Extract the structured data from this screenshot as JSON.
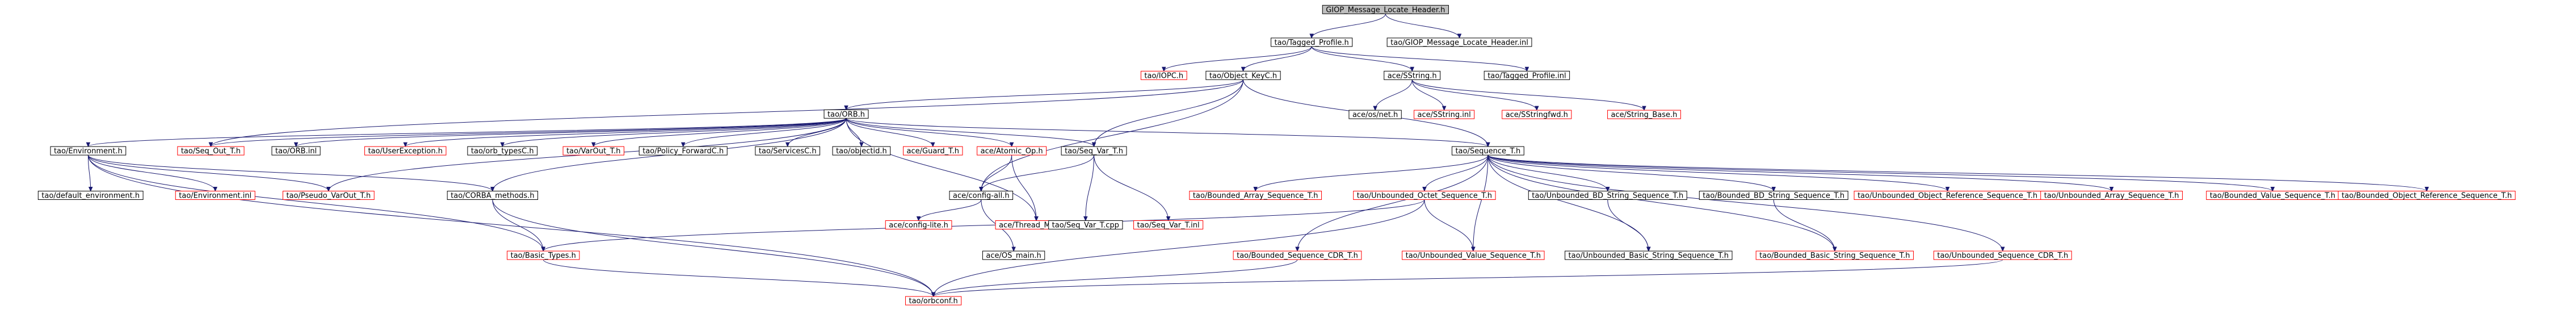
{
  "graph": {
    "colors": {
      "root_fill": "#bfbfbf",
      "node_fill": "#ffffff",
      "node_border": "#000000",
      "missing_border": "#ff0000",
      "edge": "#191970"
    },
    "nodes": [
      {
        "id": "root",
        "label": "GIOP_Message_Locate_Header.h",
        "kind": "root"
      },
      {
        "id": "tagged_profile_h",
        "label": "tao/Tagged_Profile.h",
        "kind": "normal"
      },
      {
        "id": "giop_locate_inl",
        "label": "tao/GIOP_Message_Locate_Header.inl",
        "kind": "normal"
      },
      {
        "id": "iopc",
        "label": "tao/IOPC.h",
        "kind": "missing"
      },
      {
        "id": "object_keyc",
        "label": "tao/Object_KeyC.h",
        "kind": "normal"
      },
      {
        "id": "sstring",
        "label": "ace/SString.h",
        "kind": "normal"
      },
      {
        "id": "tagged_profile_inl",
        "label": "tao/Tagged_Profile.inl",
        "kind": "normal"
      },
      {
        "id": "orb_h",
        "label": "tao/ORB.h",
        "kind": "normal"
      },
      {
        "id": "osinet",
        "label": "ace/os/net.h",
        "kind": "normal"
      },
      {
        "id": "sstring_inl",
        "label": "ace/SString.inl",
        "kind": "missing"
      },
      {
        "id": "sstringfwd",
        "label": "ace/SStringfwd.h",
        "kind": "missing"
      },
      {
        "id": "string_base",
        "label": "ace/String_Base.h",
        "kind": "missing"
      },
      {
        "id": "environment_h",
        "label": "tao/Environment.h",
        "kind": "normal"
      },
      {
        "id": "seq_out_t",
        "label": "tao/Seq_Out_T.h",
        "kind": "missing"
      },
      {
        "id": "orb_inl",
        "label": "tao/ORB.inl",
        "kind": "normal"
      },
      {
        "id": "userexception",
        "label": "tao/UserException.h",
        "kind": "missing"
      },
      {
        "id": "orb_typesc",
        "label": "tao/orb_typesC.h",
        "kind": "normal"
      },
      {
        "id": "varout_t",
        "label": "tao/VarOut_T.h",
        "kind": "missing"
      },
      {
        "id": "policy_forwardc",
        "label": "tao/Policy_ForwardC.h",
        "kind": "normal"
      },
      {
        "id": "servicesc",
        "label": "tao/ServicesC.h",
        "kind": "normal"
      },
      {
        "id": "objectid",
        "label": "tao/objectid.h",
        "kind": "normal"
      },
      {
        "id": "guard_t",
        "label": "ace/Guard_T.h",
        "kind": "missing"
      },
      {
        "id": "atomic_op",
        "label": "ace/Atomic_Op.h",
        "kind": "missing"
      },
      {
        "id": "seq_var_t",
        "label": "tao/Seq_Var_T.h",
        "kind": "normal"
      },
      {
        "id": "sequence_t",
        "label": "tao/Sequence_T.h",
        "kind": "normal"
      },
      {
        "id": "default_environment",
        "label": "tao/default_environment.h",
        "kind": "normal"
      },
      {
        "id": "environment_inl",
        "label": "tao/Environment.inl",
        "kind": "missing"
      },
      {
        "id": "pseudo_varout_t",
        "label": "tao/Pseudo_VarOut_T.h",
        "kind": "missing"
      },
      {
        "id": "corba_methods",
        "label": "tao/CORBA_methods.h",
        "kind": "normal"
      },
      {
        "id": "config_all",
        "label": "ace/config-all.h",
        "kind": "normal"
      },
      {
        "id": "thread_mutex",
        "label": "ace/Thread_Mutex.h",
        "kind": "missing"
      },
      {
        "id": "seq_var_t_cpp",
        "label": "tao/Seq_Var_T.cpp",
        "kind": "normal"
      },
      {
        "id": "seq_var_t_inl",
        "label": "tao/Seq_Var_T.inl",
        "kind": "missing"
      },
      {
        "id": "basic_types",
        "label": "tao/Basic_Types.h",
        "kind": "missing"
      },
      {
        "id": "config_lite",
        "label": "ace/config-lite.h",
        "kind": "missing"
      },
      {
        "id": "os_main",
        "label": "ace/OS_main.h",
        "kind": "normal"
      },
      {
        "id": "orbconf",
        "label": "tao/orbconf.h",
        "kind": "missing"
      },
      {
        "id": "bounded_array_seq",
        "label": "tao/Bounded_Array_Sequence_T.h",
        "kind": "missing"
      },
      {
        "id": "unbounded_octet_seq",
        "label": "tao/Unbounded_Octet_Sequence_T.h",
        "kind": "missing"
      },
      {
        "id": "unbounded_bd_string_seq",
        "label": "tao/Unbounded_BD_String_Sequence_T.h",
        "kind": "normal"
      },
      {
        "id": "bounded_bd_string_seq",
        "label": "tao/Bounded_BD_String_Sequence_T.h",
        "kind": "normal"
      },
      {
        "id": "unbounded_object_ref_seq",
        "label": "tao/Unbounded_Object_Reference_Sequence_T.h",
        "kind": "missing"
      },
      {
        "id": "unbounded_array_seq",
        "label": "tao/Unbounded_Array_Sequence_T.h",
        "kind": "missing"
      },
      {
        "id": "bounded_value_seq",
        "label": "tao/Bounded_Value_Sequence_T.h",
        "kind": "missing"
      },
      {
        "id": "bounded_object_ref_seq",
        "label": "tao/Bounded_Object_Reference_Sequence_T.h",
        "kind": "missing"
      },
      {
        "id": "bounded_seq_cdr",
        "label": "tao/Bounded_Sequence_CDR_T.h",
        "kind": "missing"
      },
      {
        "id": "unbounded_value_seq",
        "label": "tao/Unbounded_Value_Sequence_T.h",
        "kind": "missing"
      },
      {
        "id": "unbounded_basic_string_seq",
        "label": "tao/Unbounded_Basic_String_Sequence_T.h",
        "kind": "normal"
      },
      {
        "id": "bounded_basic_string_seq",
        "label": "tao/Bounded_Basic_String_Sequence_T.h",
        "kind": "missing"
      },
      {
        "id": "unbounded_seq_cdr",
        "label": "tao/Unbounded_Sequence_CDR_T.h",
        "kind": "missing"
      }
    ],
    "edges": [
      [
        "root",
        "tagged_profile_h"
      ],
      [
        "root",
        "giop_locate_inl"
      ],
      [
        "tagged_profile_h",
        "iopc"
      ],
      [
        "tagged_profile_h",
        "object_keyc"
      ],
      [
        "tagged_profile_h",
        "sstring"
      ],
      [
        "tagged_profile_h",
        "tagged_profile_inl"
      ],
      [
        "object_keyc",
        "orb_h"
      ],
      [
        "object_keyc",
        "seq_var_t"
      ],
      [
        "object_keyc",
        "sequence_t"
      ],
      [
        "object_keyc",
        "seq_out_t"
      ],
      [
        "object_keyc",
        "config_all"
      ],
      [
        "sstring",
        "osinet"
      ],
      [
        "sstring",
        "sstring_inl"
      ],
      [
        "sstring",
        "sstringfwd"
      ],
      [
        "sstring",
        "string_base"
      ],
      [
        "orb_h",
        "environment_h"
      ],
      [
        "orb_h",
        "seq_out_t"
      ],
      [
        "orb_h",
        "orb_inl"
      ],
      [
        "orb_h",
        "userexception"
      ],
      [
        "orb_h",
        "orb_typesc"
      ],
      [
        "orb_h",
        "varout_t"
      ],
      [
        "orb_h",
        "policy_forwardc"
      ],
      [
        "orb_h",
        "servicesc"
      ],
      [
        "orb_h",
        "objectid"
      ],
      [
        "orb_h",
        "guard_t"
      ],
      [
        "orb_h",
        "atomic_op"
      ],
      [
        "orb_h",
        "seq_var_t"
      ],
      [
        "orb_h",
        "sequence_t"
      ],
      [
        "orb_h",
        "pseudo_varout_t"
      ],
      [
        "orb_h",
        "corba_methods"
      ],
      [
        "orb_h",
        "thread_mutex"
      ],
      [
        "environment_h",
        "default_environment"
      ],
      [
        "environment_h",
        "environment_inl"
      ],
      [
        "environment_h",
        "pseudo_varout_t"
      ],
      [
        "environment_h",
        "corba_methods"
      ],
      [
        "environment_h",
        "basic_types"
      ],
      [
        "environment_h",
        "orbconf"
      ],
      [
        "atomic_op",
        "thread_mutex"
      ],
      [
        "atomic_op",
        "config_all"
      ],
      [
        "seq_var_t",
        "seq_var_t_cpp"
      ],
      [
        "seq_var_t",
        "seq_var_t_inl"
      ],
      [
        "seq_var_t",
        "config_all"
      ],
      [
        "corba_methods",
        "basic_types"
      ],
      [
        "corba_methods",
        "orbconf"
      ],
      [
        "config_all",
        "config_lite"
      ],
      [
        "config_all",
        "os_main"
      ],
      [
        "basic_types",
        "orbconf"
      ],
      [
        "sequence_t",
        "bounded_array_seq"
      ],
      [
        "sequence_t",
        "unbounded_octet_seq"
      ],
      [
        "sequence_t",
        "unbounded_bd_string_seq"
      ],
      [
        "sequence_t",
        "bounded_bd_string_seq"
      ],
      [
        "sequence_t",
        "unbounded_object_ref_seq"
      ],
      [
        "sequence_t",
        "unbounded_array_seq"
      ],
      [
        "sequence_t",
        "bounded_value_seq"
      ],
      [
        "sequence_t",
        "bounded_object_ref_seq"
      ],
      [
        "sequence_t",
        "bounded_seq_cdr"
      ],
      [
        "sequence_t",
        "unbounded_value_seq"
      ],
      [
        "sequence_t",
        "unbounded_basic_string_seq"
      ],
      [
        "sequence_t",
        "bounded_basic_string_seq"
      ],
      [
        "sequence_t",
        "unbounded_seq_cdr"
      ],
      [
        "unbounded_octet_seq",
        "unbounded_value_seq"
      ],
      [
        "unbounded_octet_seq",
        "basic_types"
      ],
      [
        "unbounded_octet_seq",
        "orbconf"
      ],
      [
        "unbounded_bd_string_seq",
        "unbounded_basic_string_seq"
      ],
      [
        "bounded_bd_string_seq",
        "bounded_basic_string_seq"
      ],
      [
        "bounded_seq_cdr",
        "orbconf"
      ],
      [
        "unbounded_seq_cdr",
        "orbconf"
      ]
    ]
  }
}
